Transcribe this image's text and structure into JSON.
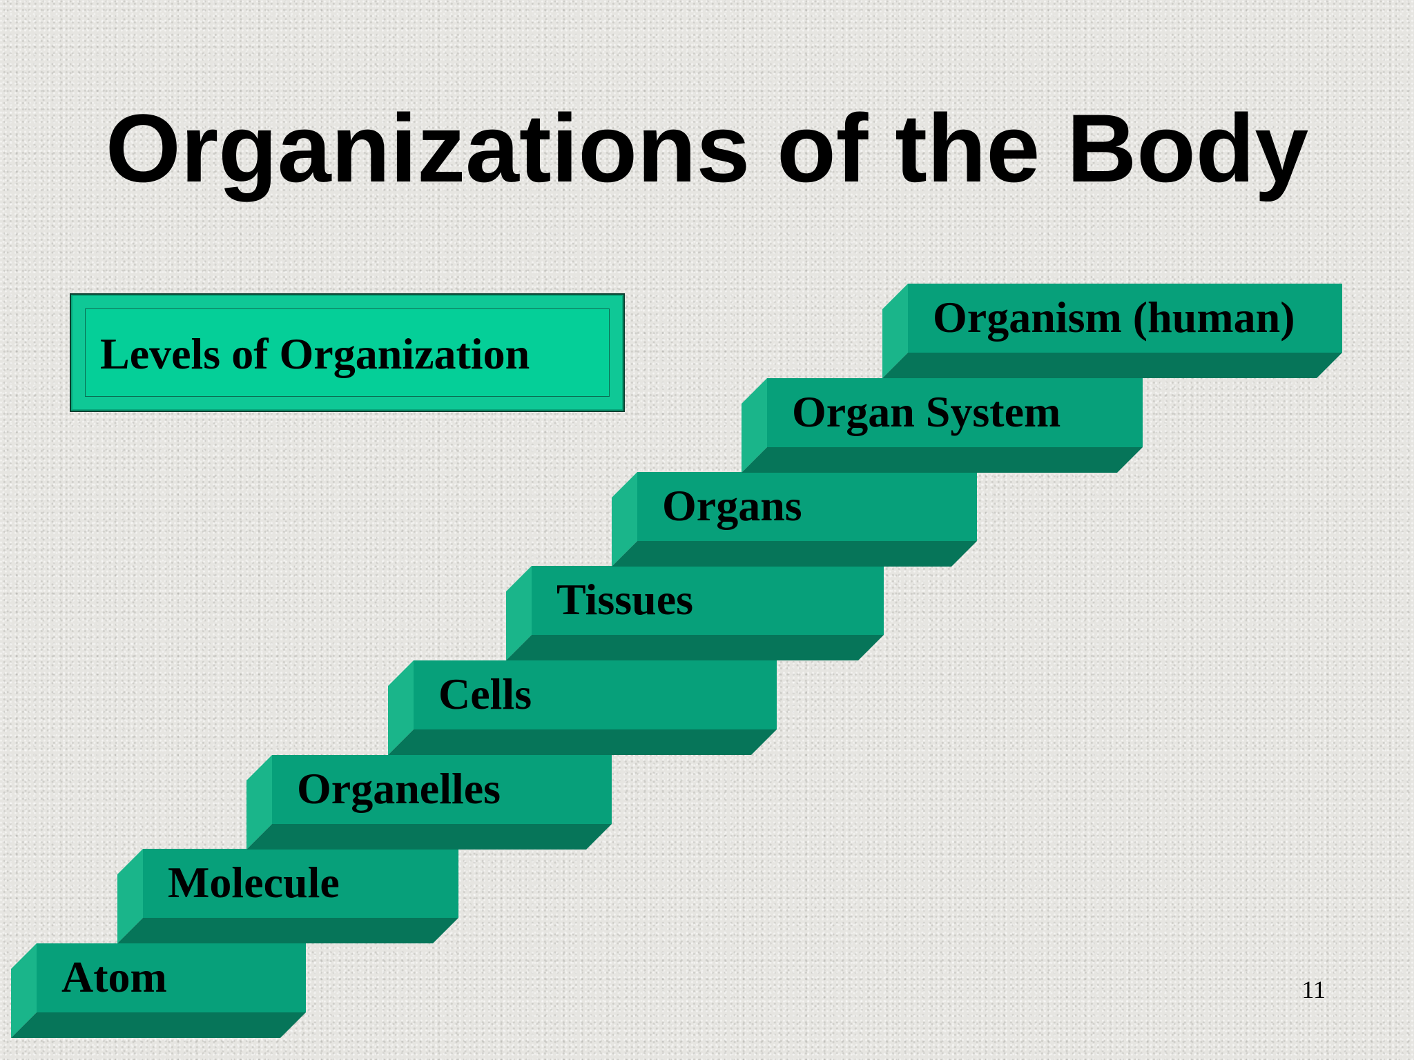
{
  "title": "Organizations of the Body",
  "label_box": "Levels of Organization",
  "steps": [
    "Atom",
    "Molecule",
    "Organelles",
    "Cells",
    "Tissues",
    "Organs",
    "Organ System",
    "Organism (human)"
  ],
  "page_number": "11",
  "colors": {
    "step_face": "#07a07a",
    "step_top": "#1ab58a",
    "step_side": "#0a8563",
    "step_bottom": "#067559",
    "label_box_fill": "#05cf98"
  }
}
